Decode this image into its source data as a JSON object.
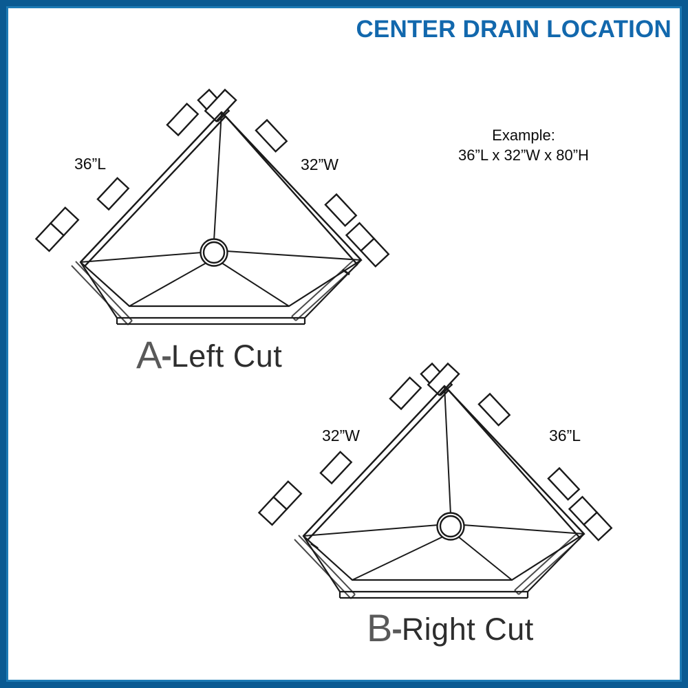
{
  "page": {
    "background_color": "#ffffff",
    "frame_color": "#0a5a92",
    "frame_inner_color": "#1d7ab5"
  },
  "header": {
    "title": "CENTER DRAIN LOCATION",
    "title_color": "#1268ad"
  },
  "example": {
    "heading": "Example:",
    "dimensions": "36”L x 32”W x 80”H"
  },
  "diagrams": [
    {
      "id": "a",
      "letter": "A",
      "dash": "-",
      "name": "Left Cut",
      "caption": "A- Left Cut",
      "left_dimension": "36”L",
      "right_dimension": "32”W",
      "drain": "center-drain",
      "clip_count": 8
    },
    {
      "id": "b",
      "letter": "B",
      "dash": "-",
      "name": "Right Cut",
      "caption": "B- Right Cut",
      "left_dimension": "32”W",
      "right_dimension": "36”L",
      "drain": "center-drain",
      "clip_count": 8
    }
  ],
  "line_color": "#1a1a1a",
  "caption_letter_color": "#595959",
  "caption_word_color": "#2e2e2e"
}
